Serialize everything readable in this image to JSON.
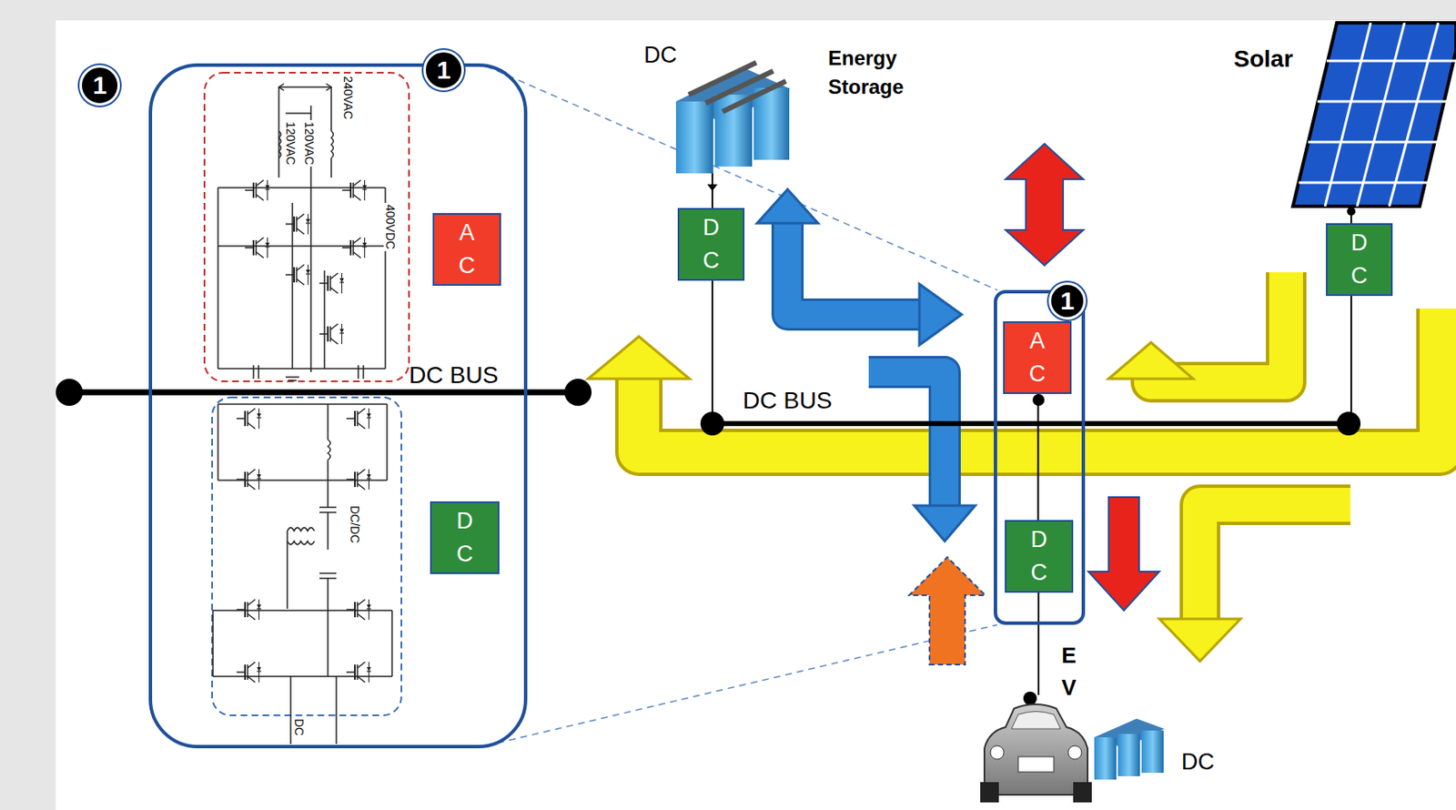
{
  "diagram": {
    "nodes": [
      {
        "text": [
          "1"
        ]
      },
      {
        "text": [
          "A C"
        ],
        "in": 0
      },
      {
        "text": [
          "D C"
        ],
        "in": 0
      },
      {
        "text": [
          "D C"
        ]
      },
      {
        "text": [
          "D C"
        ]
      },
      {
        "text": [
          "1"
        ]
      },
      {
        "text": [
          "A C"
        ],
        "in": 5
      },
      {
        "text": [
          "D C"
        ],
        "in": 5
      }
    ],
    "edges": [
      {
        "from": 6,
        "to": 7,
        "arrow": "none"
      }
    ],
    "labels": [
      "1",
      "240VAC",
      "120VAC",
      "120VAC",
      "400VDC",
      "DC BUS",
      "DC/DC",
      "DC",
      "DC",
      "Energy Storage",
      "Solar",
      "DC BUS",
      "E V",
      "DC"
    ]
  }
}
